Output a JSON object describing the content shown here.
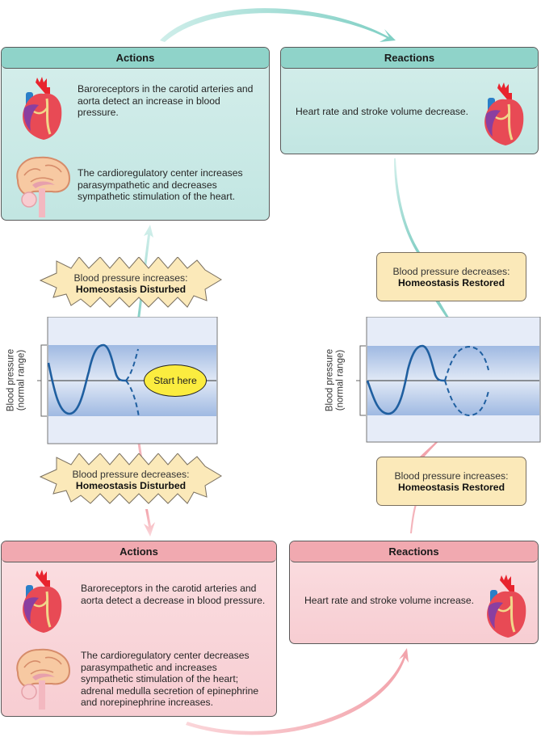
{
  "title": "Baroreceptor reflex regulation of blood pressure",
  "colors": {
    "teal_header": "#8fd3c9",
    "teal_body": "#c8e8e4",
    "pink_header": "#f1a9b0",
    "pink_body": "#f9d4d8",
    "callout_fill": "#fbe9b9",
    "start_fill": "#fbec3f",
    "wave_stroke": "#1f5fa0",
    "band_fill": "#9fb9e2"
  },
  "top_loop": {
    "actions": {
      "header": "Actions",
      "items": [
        {
          "icon": "heart-icon",
          "text": "Baroreceptors in the carotid arteries and aorta detect an increase in blood pressure."
        },
        {
          "icon": "brain-icon",
          "text": "The cardioregulatory center increases parasympathetic and decreases sympathetic stimulation of the heart."
        }
      ]
    },
    "reactions": {
      "header": "Reactions",
      "text": "Heart rate and stroke volume decrease.",
      "icon": "heart-icon"
    },
    "disturbed": {
      "line1": "Blood pressure increases:",
      "line2": "Homeostasis Disturbed"
    },
    "restored": {
      "line1": "Blood pressure decreases:",
      "line2": "Homeostasis Restored"
    }
  },
  "bottom_loop": {
    "actions": {
      "header": "Actions",
      "items": [
        {
          "icon": "heart-icon",
          "text": "Baroreceptors in the carotid arteries and aorta detect a decrease in blood pressure."
        },
        {
          "icon": "brain-icon",
          "text": "The cardioregulatory center decreases parasympathetic and increases sympathetic stimulation of the heart; adrenal medulla secretion of epinephrine and norepinephrine increases."
        }
      ]
    },
    "reactions": {
      "header": "Reactions",
      "text": "Heart rate and stroke volume increase.",
      "icon": "heart-icon"
    },
    "disturbed": {
      "line1": "Blood pressure decreases:",
      "line2": "Homeostasis Disturbed"
    },
    "restored": {
      "line1": "Blood pressure increases:",
      "line2": "Homeostasis Restored"
    }
  },
  "graphs": {
    "y_axis_label_line1": "Blood pressure",
    "y_axis_label_line2": "(normal range)",
    "start_label": "Start here"
  }
}
